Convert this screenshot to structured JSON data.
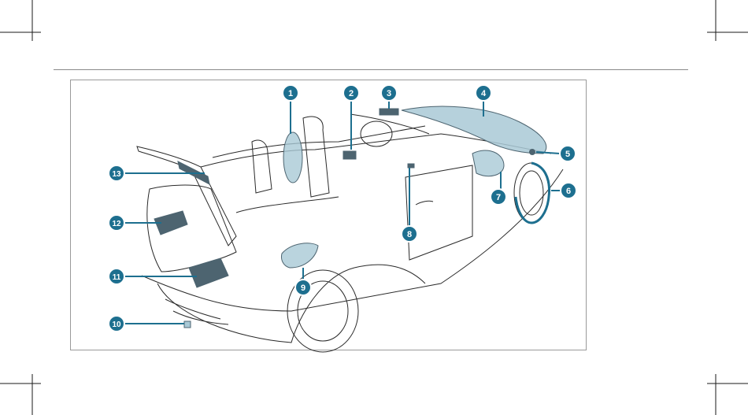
{
  "colors": {
    "callout": "#1d6f8f",
    "callout_border": "#ffffff",
    "highlight": "#a9c9d6",
    "highlight_dark": "#4d6470",
    "line": "#1a1a1a"
  },
  "callouts": [
    {
      "label": "1",
      "target": "driver seat side airbag"
    },
    {
      "label": "2",
      "target": "centre console unit"
    },
    {
      "label": "3",
      "target": "rear-view mirror sensor"
    },
    {
      "label": "4",
      "target": "windscreen"
    },
    {
      "label": "5",
      "target": "front sensor"
    },
    {
      "label": "6",
      "target": "front wheel"
    },
    {
      "label": "7",
      "target": "front headlamp unit"
    },
    {
      "label": "8",
      "target": "door control"
    },
    {
      "label": "9",
      "target": "side mirror"
    },
    {
      "label": "10",
      "target": "rear bumper sensor"
    },
    {
      "label": "11",
      "target": "rear trunk unit"
    },
    {
      "label": "12",
      "target": "trunk side panel unit"
    },
    {
      "label": "13",
      "target": "trunk lid unit"
    }
  ]
}
